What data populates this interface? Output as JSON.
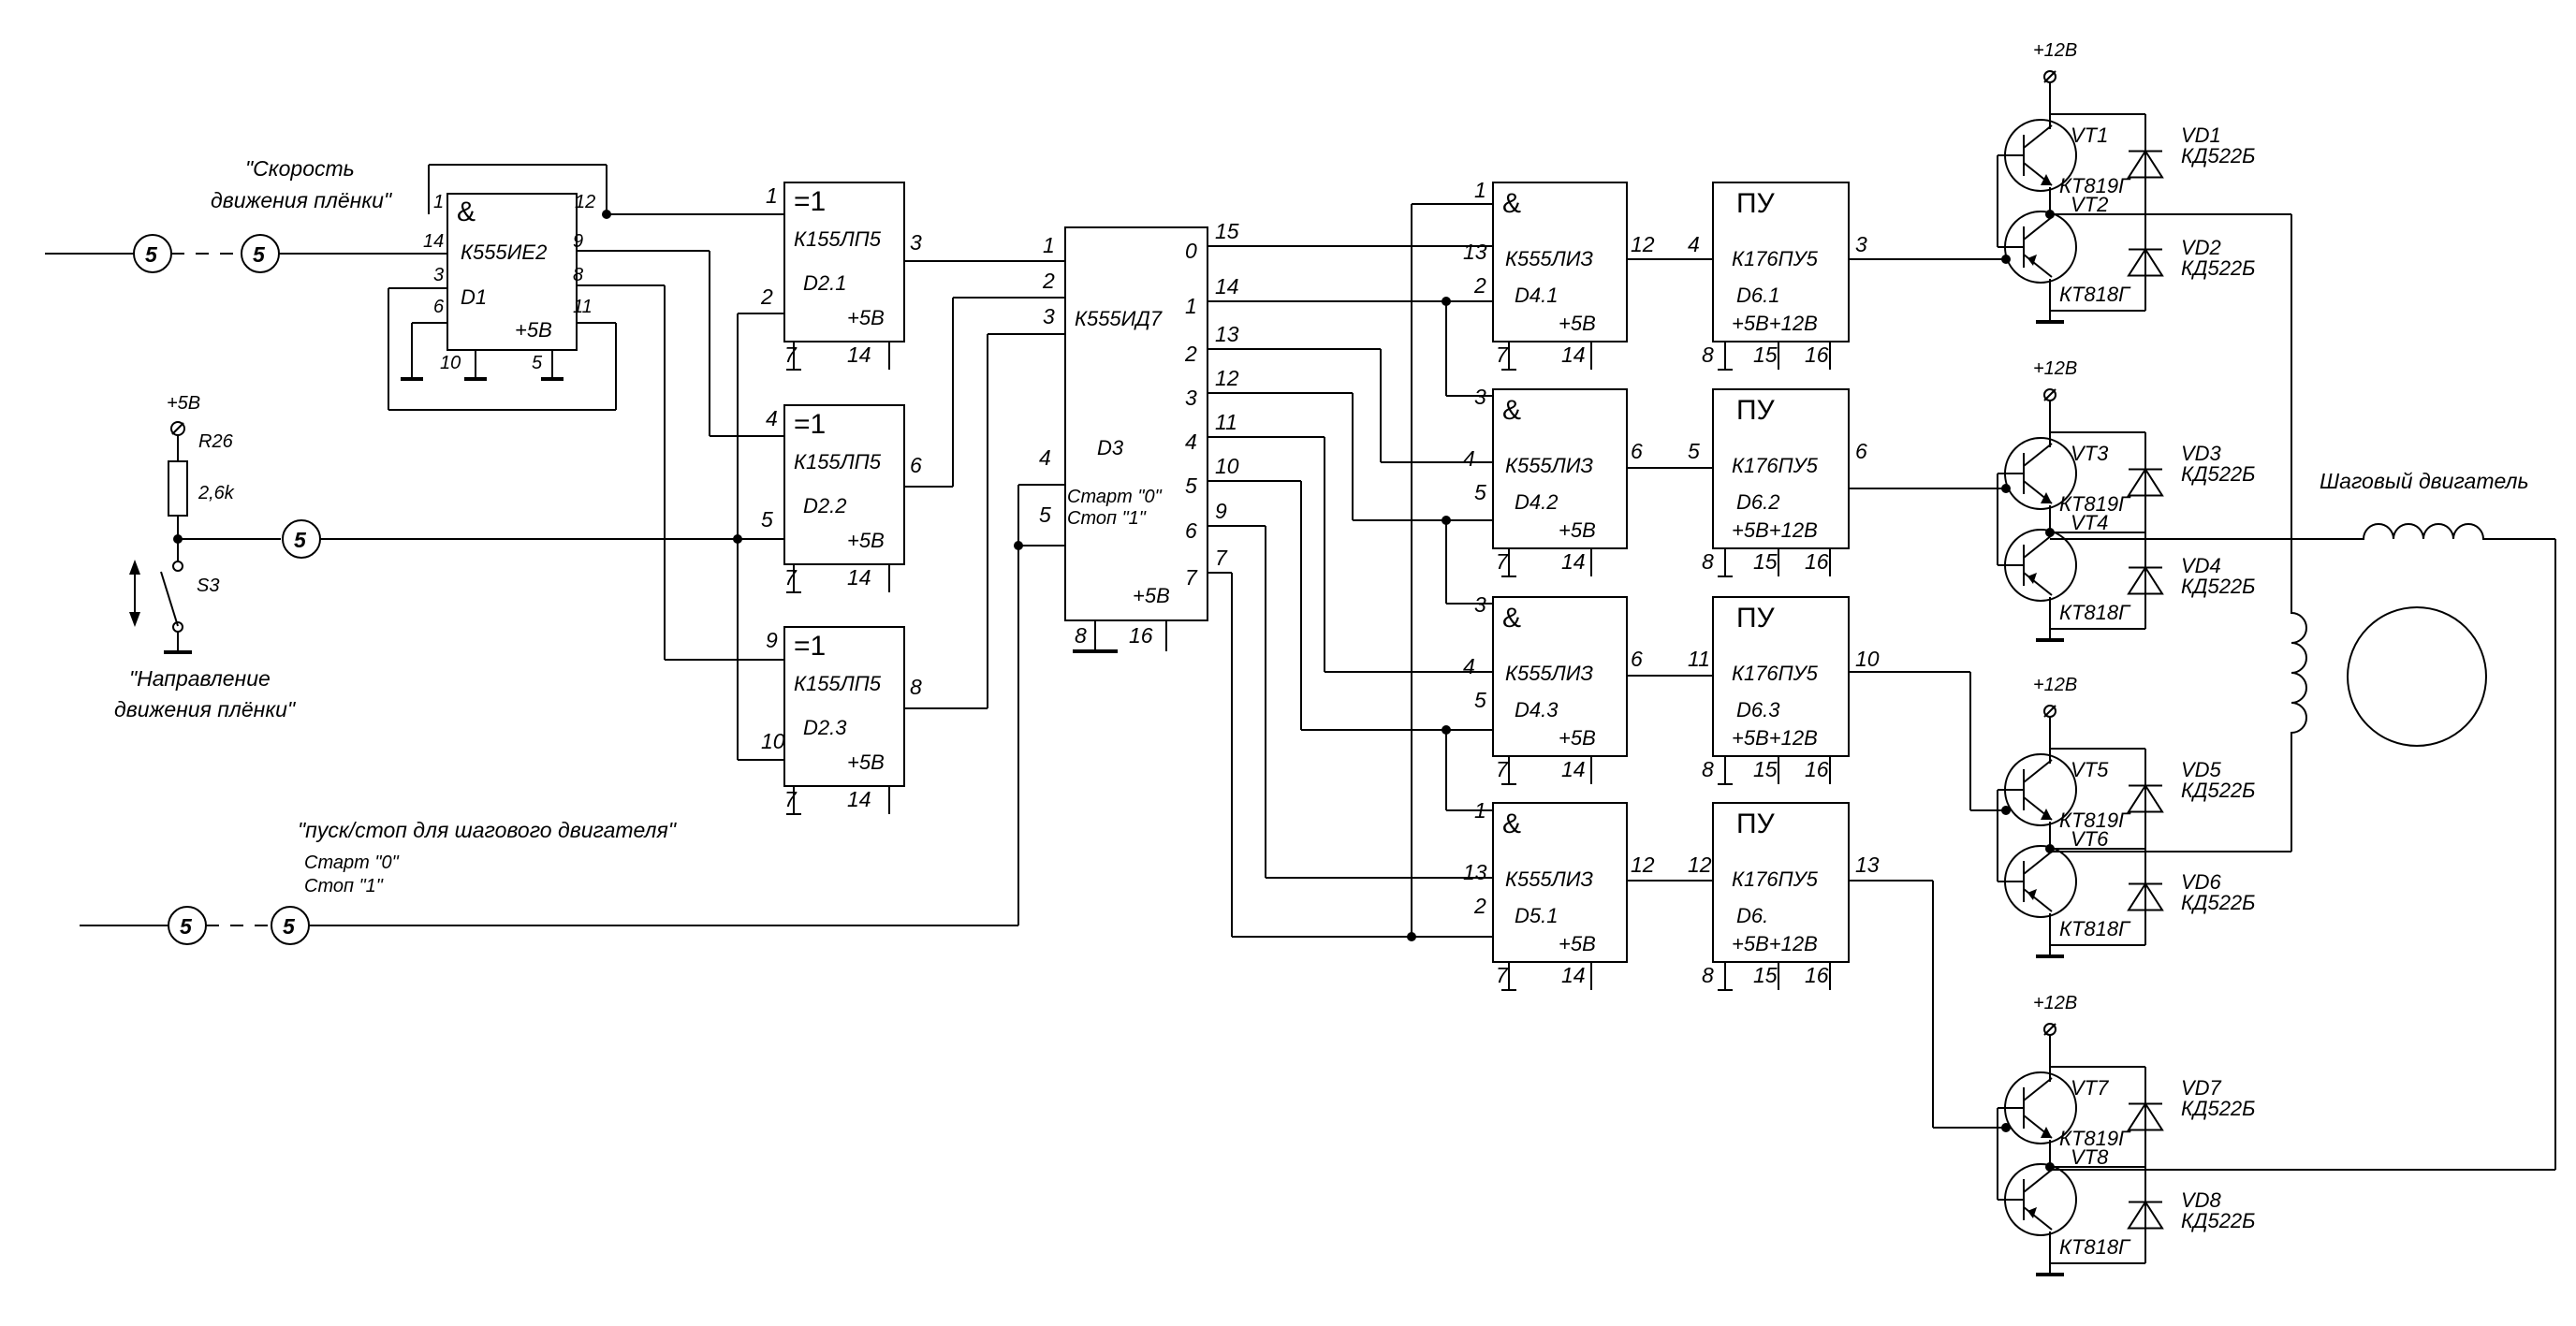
{
  "captions": {
    "speed": "\"Скорость\nдвижения плёнки\"",
    "speed_line1": "\"Скорость",
    "speed_line2": "движения плёнки\"",
    "dir_line1": "\"Направление",
    "dir_line2": "движения плёнки\"",
    "start_stop": "\"пуск/стоп для  шагового двигателя\"",
    "start0": "Старт \"0\"",
    "stop1": "Стоп \"1\"",
    "motor": "Шаговый двигатель"
  },
  "connector_label": "5",
  "resistor": {
    "name": "R26",
    "value": "2,6k",
    "supply": "+5В"
  },
  "switch": {
    "name": "S3"
  },
  "supply12": "+12В",
  "d1": {
    "sym": "&",
    "type": "К555ИЕ2",
    "name": "D1",
    "pwr": "+5В",
    "pins": [
      "1",
      "12",
      "14",
      "9",
      "3",
      "8",
      "6",
      "11",
      "10",
      "5"
    ]
  },
  "xor": [
    {
      "sym": "=1",
      "type": "К155ЛП5",
      "name": "D2.1",
      "pwr": "+5В",
      "in1": "1",
      "in2": "2",
      "out": "3",
      "g": "7",
      "v": "14"
    },
    {
      "sym": "=1",
      "type": "К155ЛП5",
      "name": "D2.2",
      "pwr": "+5В",
      "in1": "4",
      "in2": "5",
      "out": "6",
      "g": "7",
      "v": "14"
    },
    {
      "sym": "=1",
      "type": "К155ЛП5",
      "name": "D2.3",
      "pwr": "+5В",
      "in1": "9",
      "in2": "10",
      "out": "8",
      "g": "7",
      "v": "14"
    }
  ],
  "d3": {
    "type": "К555ИД7",
    "name": "D3",
    "pwr": "+5В",
    "start": "Старт \"0\"",
    "stop": "Стоп \"1\"",
    "in": [
      "1",
      "2",
      "3"
    ],
    "en": [
      "4",
      "5"
    ],
    "gnd": "8",
    "vcc": "16",
    "out_pins": [
      "15",
      "14",
      "13",
      "12",
      "11",
      "10",
      "9",
      "7"
    ],
    "out_idx": [
      "0",
      "1",
      "2",
      "3",
      "4",
      "5",
      "6",
      "7"
    ]
  },
  "and": [
    {
      "sym": "&",
      "type": "К555ЛИЗ",
      "name": "D4.1",
      "pwr": "+5В",
      "in1": "1",
      "in2": "13",
      "in3": "2",
      "out": "12",
      "g": "7",
      "v": "14"
    },
    {
      "sym": "&",
      "type": "К555ЛИЗ",
      "name": "D4.2",
      "pwr": "+5В",
      "in1": "3",
      "in2": "4",
      "in3": "5",
      "out": "6",
      "g": "7",
      "v": "14"
    },
    {
      "sym": "&",
      "type": "К555ЛИЗ",
      "name": "D4.3",
      "pwr": "+5В",
      "in1": "3",
      "in2": "4",
      "in3": "5",
      "out": "6",
      "g": "7",
      "v": "14"
    },
    {
      "sym": "&",
      "type": "К555ЛИЗ",
      "name": "D5.1",
      "pwr": "+5В",
      "in1": "1",
      "in2": "13",
      "in3": "2",
      "out": "12",
      "g": "7",
      "v": "14"
    }
  ],
  "drv": [
    {
      "sym": "ПУ",
      "type": "К176ПУ5",
      "name": "D6.1",
      "pwr": "+5В+12В",
      "in": "4",
      "out": "3",
      "g": "8",
      "v1": "15",
      "v2": "16"
    },
    {
      "sym": "ПУ",
      "type": "К176ПУ5",
      "name": "D6.2",
      "pwr": "+5В+12В",
      "in": "5",
      "out": "6",
      "g": "8",
      "v1": "15",
      "v2": "16"
    },
    {
      "sym": "ПУ",
      "type": "К176ПУ5",
      "name": "D6.3",
      "pwr": "+5В+12В",
      "in": "11",
      "out": "10",
      "g": "8",
      "v1": "15",
      "v2": "16"
    },
    {
      "sym": "ПУ",
      "type": "К176ПУ5",
      "name": "D6.",
      "pwr": "+5В+12В",
      "in": "12",
      "out": "13",
      "g": "8",
      "v1": "15",
      "v2": "16"
    }
  ],
  "stages": [
    {
      "top": "VT1",
      "top_type": "КТ819Г",
      "bot": "VT2",
      "bot_type": "КТ818Г",
      "d1": "VD1",
      "d1_type": "КД522Б",
      "d2": "VD2",
      "d2_type": "КД522Б"
    },
    {
      "top": "VT3",
      "top_type": "КТ819Г",
      "bot": "VT4",
      "bot_type": "КТ818Г",
      "d1": "VD3",
      "d1_type": "КД522Б",
      "d2": "VD4",
      "d2_type": "КД522Б"
    },
    {
      "top": "VT5",
      "top_type": "КТ819Г",
      "bot": "VT6",
      "bot_type": "КТ818Г",
      "d1": "VD5",
      "d1_type": "КД522Б",
      "d2": "VD6",
      "d2_type": "КД522Б"
    },
    {
      "top": "VT7",
      "top_type": "КТ819Г",
      "bot": "VT8",
      "bot_type": "КТ818Г",
      "d1": "VD7",
      "d1_type": "КД522Б",
      "d2": "VD8",
      "d2_type": "КД522Б"
    }
  ]
}
